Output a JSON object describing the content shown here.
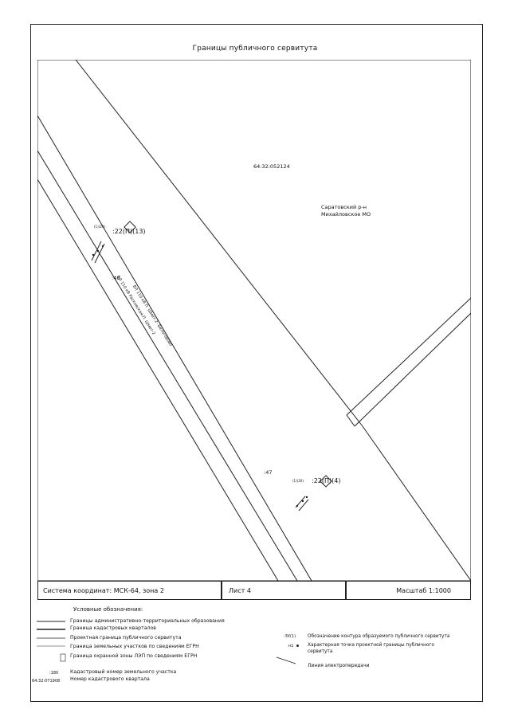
{
  "title": "Границы публичного сервитута",
  "map": {
    "parcel_number": "64:32:052124",
    "region_line1": "Саратовский р-н",
    "region_line2": "Михайловское МО",
    "point_top_parcel": ":22(П)(13)",
    "point_top_label": "(1)(29)",
    "point_bottom_parcel": ":22(П)(4)",
    "point_bottom_label": "(1)(20)",
    "point_mid_label": ":48",
    "point_lower_label": ":47",
    "line_label_1": "ВЛ 110 кВ Расковская-П. Шмет-2",
    "line_label_2": "ВЛ 110 кВ П. Шмет-2- Белогорово"
  },
  "info": {
    "coord_system": "Система координат: МСК-64, зона 2",
    "sheet": "Лист 4",
    "scale": "Масштаб 1:1000"
  },
  "legend": {
    "heading": "Условные обозначения:",
    "items": [
      "Границы административно-территориальных образования",
      "Граница кадастровых кварталов",
      "Проектная граница публичного сервитута",
      "Граница земельных участков по сведениям ЕГРН",
      "Граница охранной зоны ЛЭП по сведениям ЕГРН",
      "Кадастровый номер земельного участка",
      "Номер кадастрового квартала"
    ],
    "sample_parcel": ":180",
    "sample_quarter": "64:32:071908",
    "right_items": [
      "Обозначение контура образуемого публичного сервитута",
      "Характерная точка проектной границы публичного сервитута",
      "Линия электропередачи"
    ],
    "right_sample_contour": ":ЗУ(1)",
    "right_sample_point": "н1"
  }
}
